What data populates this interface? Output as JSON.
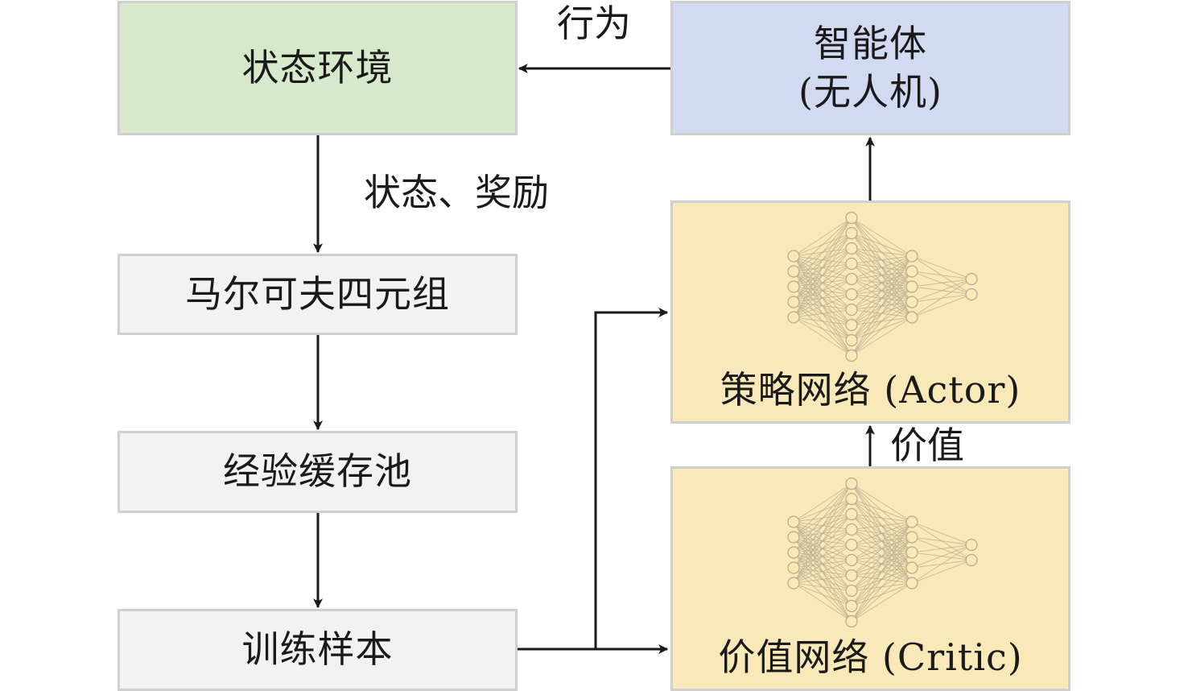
{
  "nodes": {
    "environment": {
      "label": "状态环境"
    },
    "agent": {
      "line1": "智能体",
      "line2": "(无人机)"
    },
    "mdp_tuple": {
      "label": "马尔可夫四元组"
    },
    "replay_buffer": {
      "label": "经验缓存池"
    },
    "training_samples": {
      "label": "训练样本"
    },
    "actor": {
      "label": "策略网络 (Actor)"
    },
    "critic": {
      "label": "价值网络 (Critic)"
    }
  },
  "edges": {
    "action": {
      "label": "行为"
    },
    "state_reward": {
      "label": "状态、奖励"
    },
    "value": {
      "label": "价值"
    }
  },
  "network_icon": {
    "layers": [
      5,
      10,
      5,
      2
    ]
  },
  "colors": {
    "environment": "#d7e9cb",
    "agent": "#d1daf0",
    "process": "#f2f2f2",
    "network": "#f9e9b9",
    "border": "#cfcfcf",
    "arrow": "#1a1a1a",
    "nn_stroke": "#b5ab8c"
  }
}
